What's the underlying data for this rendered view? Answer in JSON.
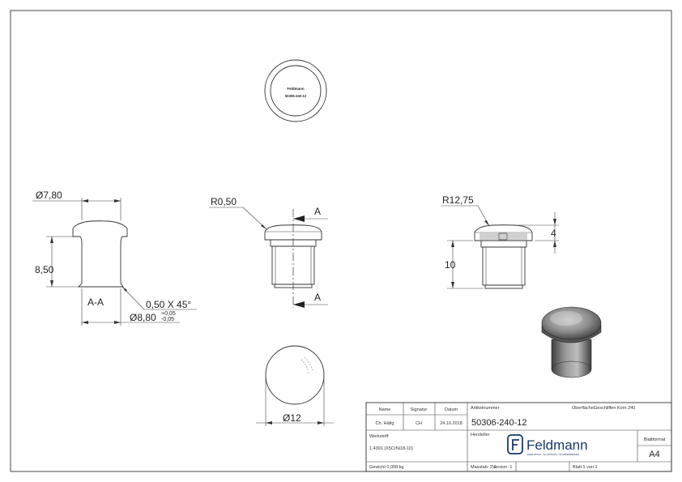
{
  "dimensions": {
    "diameter_top": "Ø7,80",
    "height_left": "8,50",
    "section_label": "A-A",
    "chamfer": "0,50 X 45°",
    "diameter_bottom": "Ø8,80",
    "tol_plus": "+0,05",
    "tol_minus": "-0,05",
    "radius_small": "R0,50",
    "cut_label_top": "A",
    "cut_label_bottom": "A",
    "radius_large": "R12,75",
    "height_head": "4",
    "height_shaft": "10",
    "diameter_view": "Ø12"
  },
  "top_view": {
    "brand_small": "Feldmann",
    "article_small": "50306-240-12"
  },
  "title_block": {
    "header_name": "Name",
    "header_signature": "Signatur",
    "header_date": "Datum",
    "row_name": "Ch. Häfig",
    "row_signature": "CH",
    "row_date": "24.10.2018",
    "article_label": "Artikelnummer",
    "article_number": "50306-240-12",
    "surface_label": "Oberfläche:",
    "surface_value": "Geschliffen Korn 240",
    "material_label": "Werkstoff:",
    "material_value": "1.4301 (X5CrNi18-10)",
    "manufacturer_label": "Hersteller",
    "logo_text": "Feldmann",
    "logo_sub": "EDELSTAHL · ALUMINIUM · SCHMIEDEEISEN",
    "format_label": "Blattformat",
    "format_value": "A4",
    "weight": "Gewicht 0,008 kg",
    "scale": "Masstab: 2:1",
    "version": "Version: 1",
    "sheet": "Blatt 1 von 1"
  }
}
